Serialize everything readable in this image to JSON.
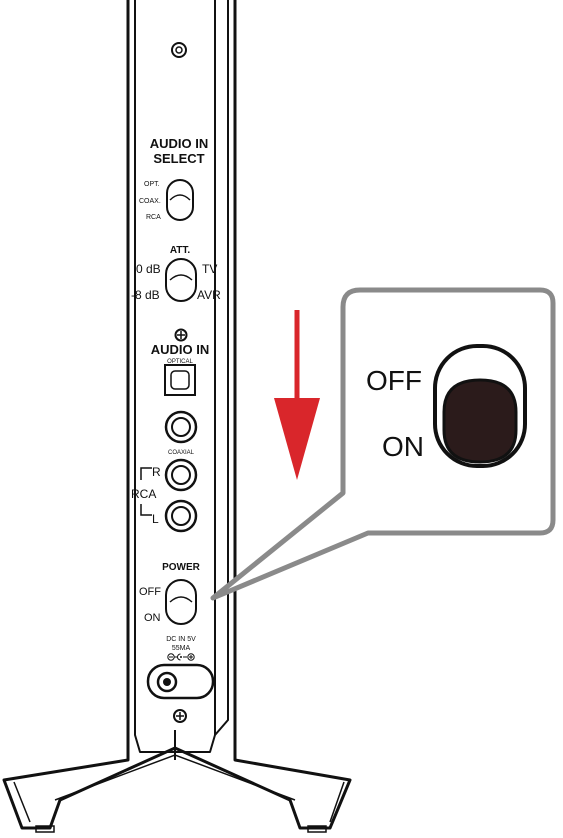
{
  "panel": {
    "audio_in_select": {
      "title_line1": "AUDIO IN",
      "title_line2": "SELECT",
      "opt": "OPT.",
      "coax": "COAX.",
      "rca": "RCA"
    },
    "att": {
      "title": "ATT.",
      "zero_db": "0 dB",
      "minus8_db": "-8 dB",
      "tv": "TV",
      "avr": "AVR"
    },
    "audio_in": {
      "title": "AUDIO IN",
      "optical": "OPTICAL",
      "coaxial": "COAXIAL",
      "rca": "RCA",
      "r": "R",
      "l": "L"
    },
    "power": {
      "title": "POWER",
      "off": "OFF",
      "on": "ON"
    },
    "dc_in": {
      "line1": "DC IN 5V",
      "line2": "55MA"
    }
  },
  "callout": {
    "off": "OFF",
    "on": "ON"
  },
  "colors": {
    "arrow": "#d9262b",
    "callout_border": "#8a8a8a",
    "outline": "#111111",
    "switch_knob": "#2b1b1b"
  }
}
